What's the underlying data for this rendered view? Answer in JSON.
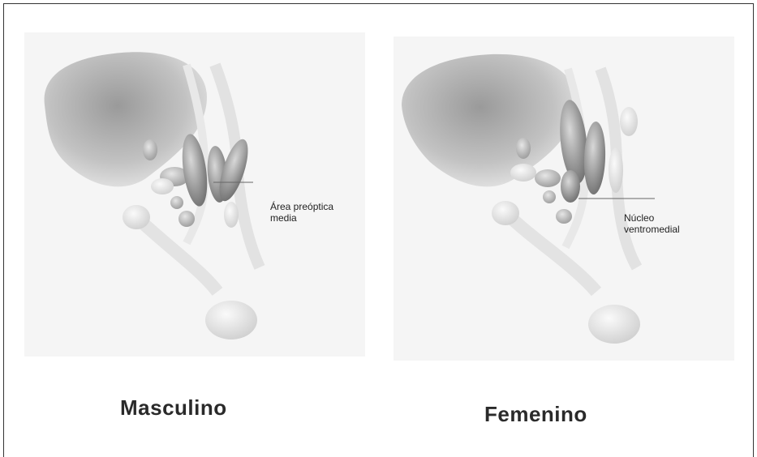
{
  "panels": [
    {
      "caption": "Masculino",
      "annotation": "Área preóptica\nmedia"
    },
    {
      "caption": "Femenino",
      "annotation": "Núcleo\nventromedial"
    }
  ]
}
